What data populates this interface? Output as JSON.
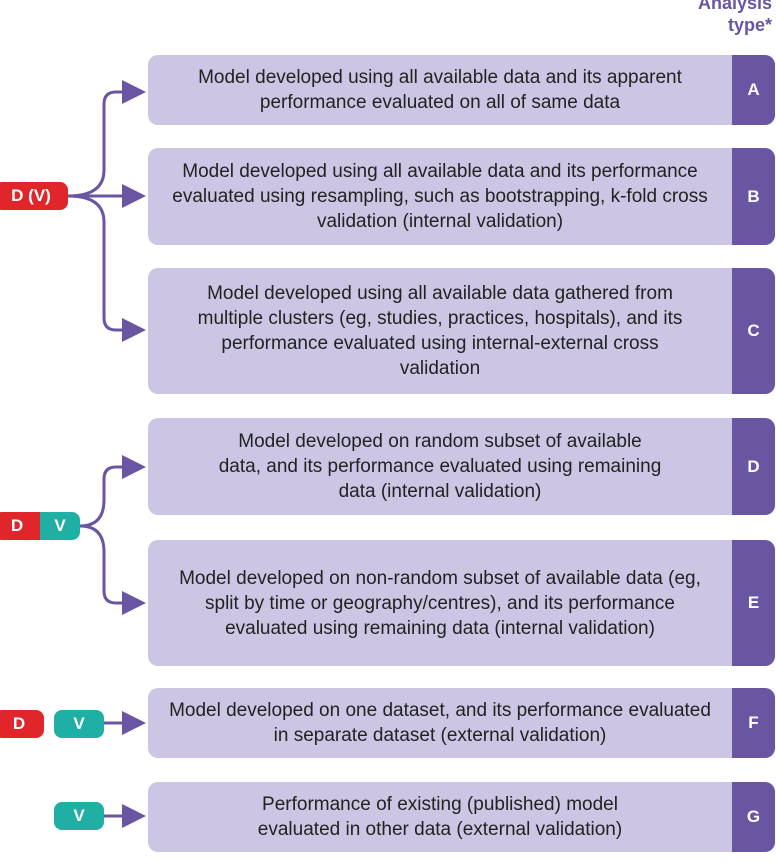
{
  "header": {
    "line1": "Analysis",
    "line2": "type*"
  },
  "groups": {
    "g1": {
      "label": "D (V)"
    },
    "g2": {
      "d": "D",
      "v": "V"
    },
    "g3": {
      "d": "D",
      "v": "V"
    },
    "g4": {
      "v": "V"
    }
  },
  "analyses": [
    {
      "type": "A",
      "text": "Model developed using all available data and its apparent performance evaluated on all of same data"
    },
    {
      "type": "B",
      "text": "Model developed using all available data and its performance evaluated using resampling, such as bootstrapping, k-fold cross validation (internal validation)"
    },
    {
      "type": "C",
      "text": "Model developed using all available data gathered from multiple clusters (eg, studies, practices, hospitals), and its performance evaluated using internal-external cross validation"
    },
    {
      "type": "D",
      "text": "Model developed on random subset of available data, and its performance evaluated using remaining data (internal validation)"
    },
    {
      "type": "E",
      "text": "Model developed on non-random subset of available data (eg, split by time or geography/centres), and its performance evaluated using remaining data (internal validation)"
    },
    {
      "type": "F",
      "text": "Model developed on one dataset, and its performance evaluated in separate dataset (external validation)"
    },
    {
      "type": "G",
      "text": "Performance of existing (published) model evaluated in other data (external validation)"
    }
  ],
  "colors": {
    "purple": "#6a55a3",
    "box": "#ccc6e4",
    "red": "#e1262b",
    "teal": "#1fafa5"
  }
}
